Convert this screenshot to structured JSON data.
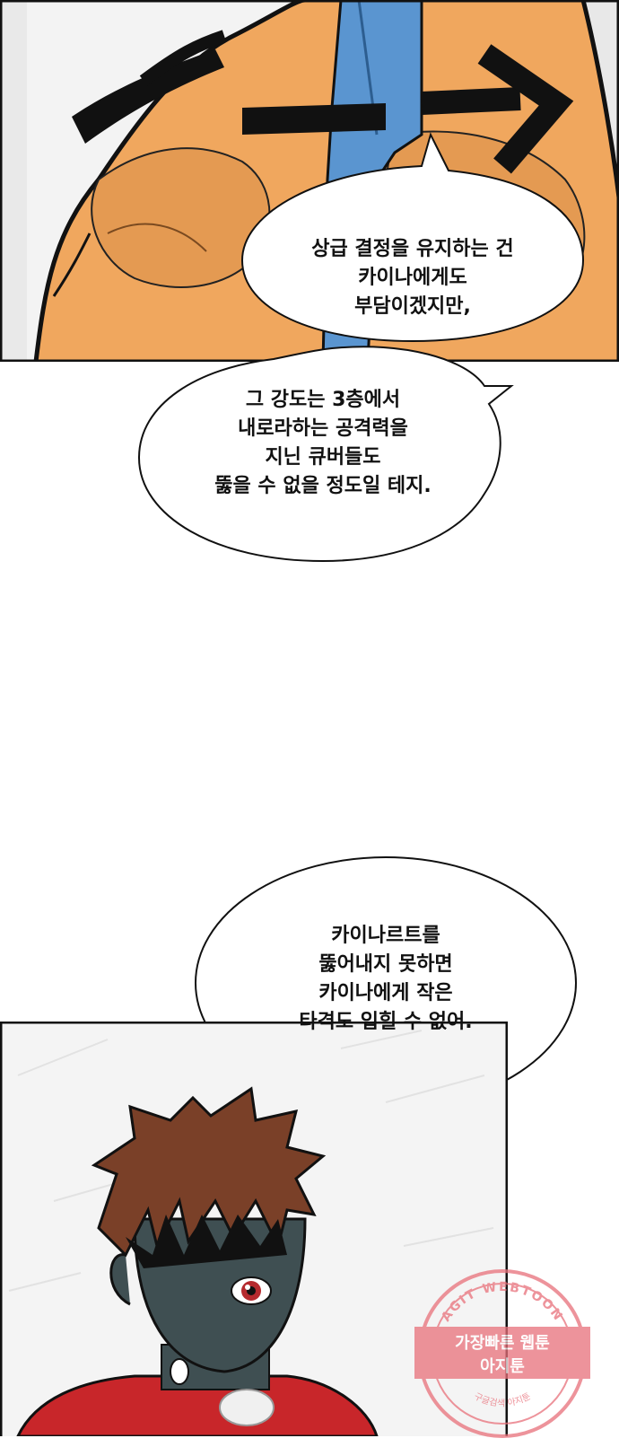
{
  "bubbles": [
    {
      "lines": [
        "상급 결정을 유지하는 건",
        "카이나에게도",
        "부담이겠지만,"
      ]
    },
    {
      "lines": [
        "그 강도는 3층에서",
        "내로라하는 공격력을",
        "지닌 큐버들도",
        "뚫을 수 없을 정도일 테지."
      ]
    },
    {
      "lines": [
        "카이나르트를",
        "뚫어내지 못하면",
        "카이나에게 작은",
        "타격도 입힐 수 없어."
      ]
    }
  ],
  "watermark": {
    "ring_text": "AGIT WEBTOON",
    "line1": "가장빠른 웹툰",
    "line2": "아지툰",
    "bottom_text": "구글검색 아지툰"
  },
  "colors": {
    "skin": "#f0a75e",
    "skin_shadow": "#d98a45",
    "hair": "#7a4028",
    "shirt_blue": "#5a95d0",
    "face_dark": "#3f4f52",
    "eye_red": "#b52a2e",
    "shirt_red": "#c8262a",
    "watermark": "#e8707a"
  }
}
